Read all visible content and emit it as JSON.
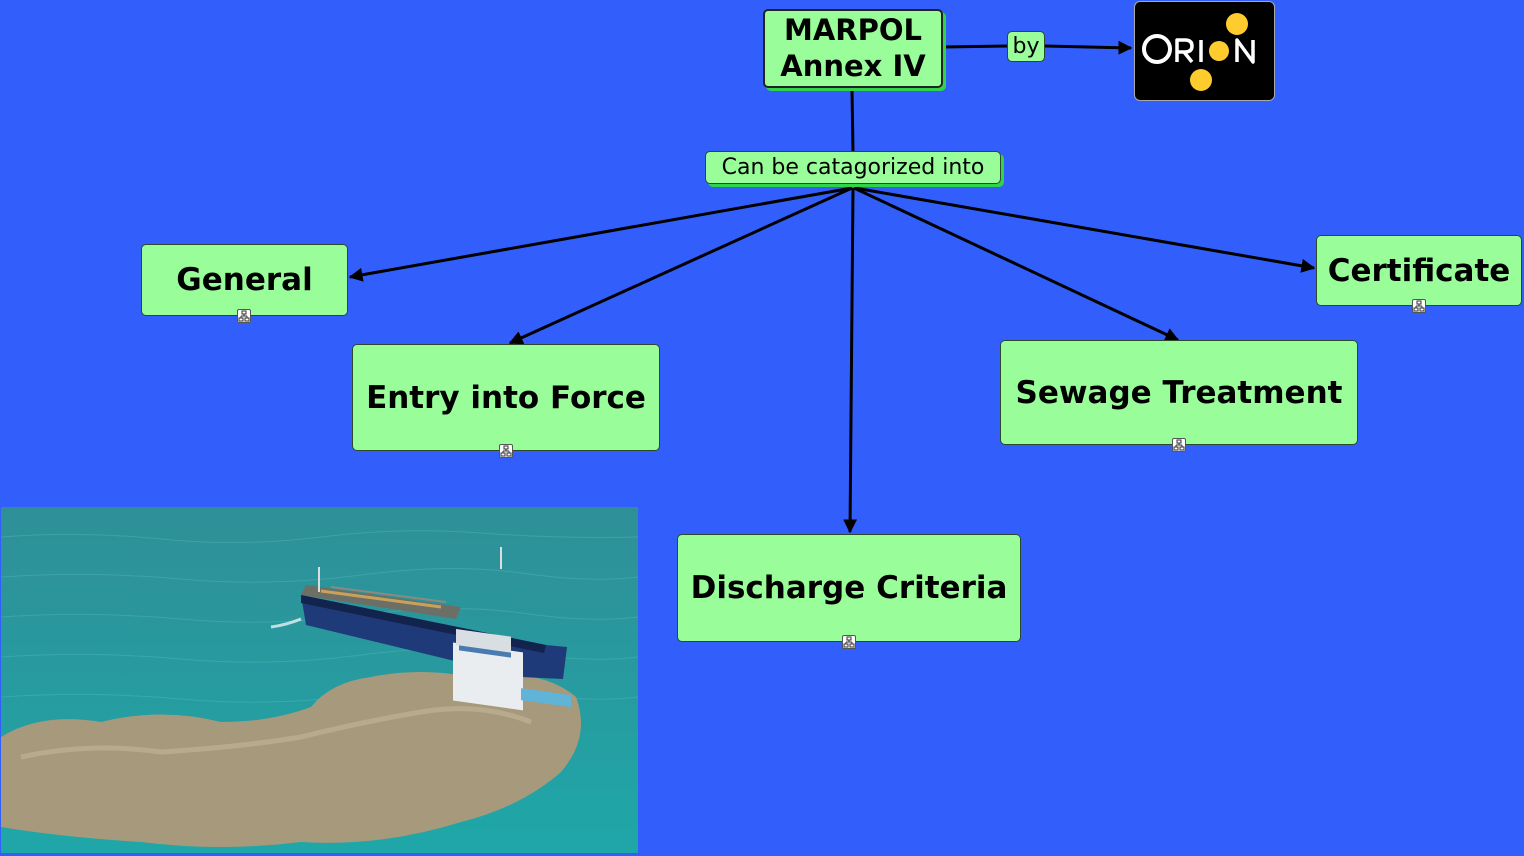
{
  "diagram": {
    "root": "MARPOL\nAnnex IV",
    "by_label": "by",
    "logo": {
      "text": "ORION",
      "dot_color": "#fecc2c",
      "name": "orion-logo"
    },
    "linking_phrase": "Can be catagorized into",
    "topics": [
      {
        "id": "general",
        "label": "General"
      },
      {
        "id": "entry-into-force",
        "label": "Entry into Force"
      },
      {
        "id": "discharge-criteria",
        "label": "Discharge Criteria"
      },
      {
        "id": "sewage-treatment",
        "label": "Sewage Treatment"
      },
      {
        "id": "certificate",
        "label": "Certificate"
      }
    ],
    "submap_icon": "submap-icon",
    "photo": "ship-discharging-sewage-photo"
  },
  "colors": {
    "background": "#325ffb",
    "node_fill": "#99fd99",
    "node_shadow": "#2fd44a",
    "edge": "#000000"
  }
}
